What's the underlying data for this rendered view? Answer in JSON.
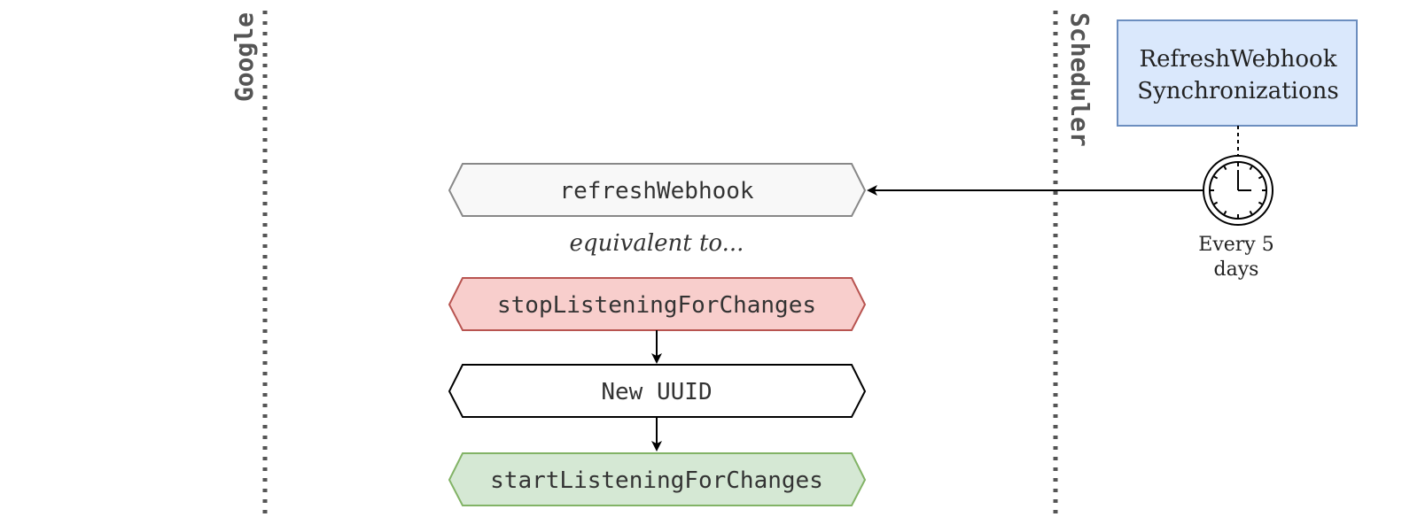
{
  "lanes": {
    "google": "Google",
    "scheduler": "Scheduler"
  },
  "scheduler_task": {
    "line1": "RefreshWebhook",
    "line2": "Synchronizations",
    "fill": "#dae8fc",
    "stroke": "#6c8ebf"
  },
  "timer": {
    "icon": "clock-icon",
    "line1": "Every 5",
    "line2": "days"
  },
  "steps": {
    "refresh": {
      "label": "refreshWebhook",
      "fill": "#f8f8f8",
      "stroke": "#888888"
    },
    "note": "equivalent to...",
    "stop": {
      "label": "stopListeningForChanges",
      "fill": "#f8cecc",
      "stroke": "#b85450"
    },
    "uuid": {
      "label": "New UUID",
      "fill": "#ffffff",
      "stroke": "#000000"
    },
    "start": {
      "label": "startListeningForChanges",
      "fill": "#d5e8d4",
      "stroke": "#82b366"
    }
  }
}
